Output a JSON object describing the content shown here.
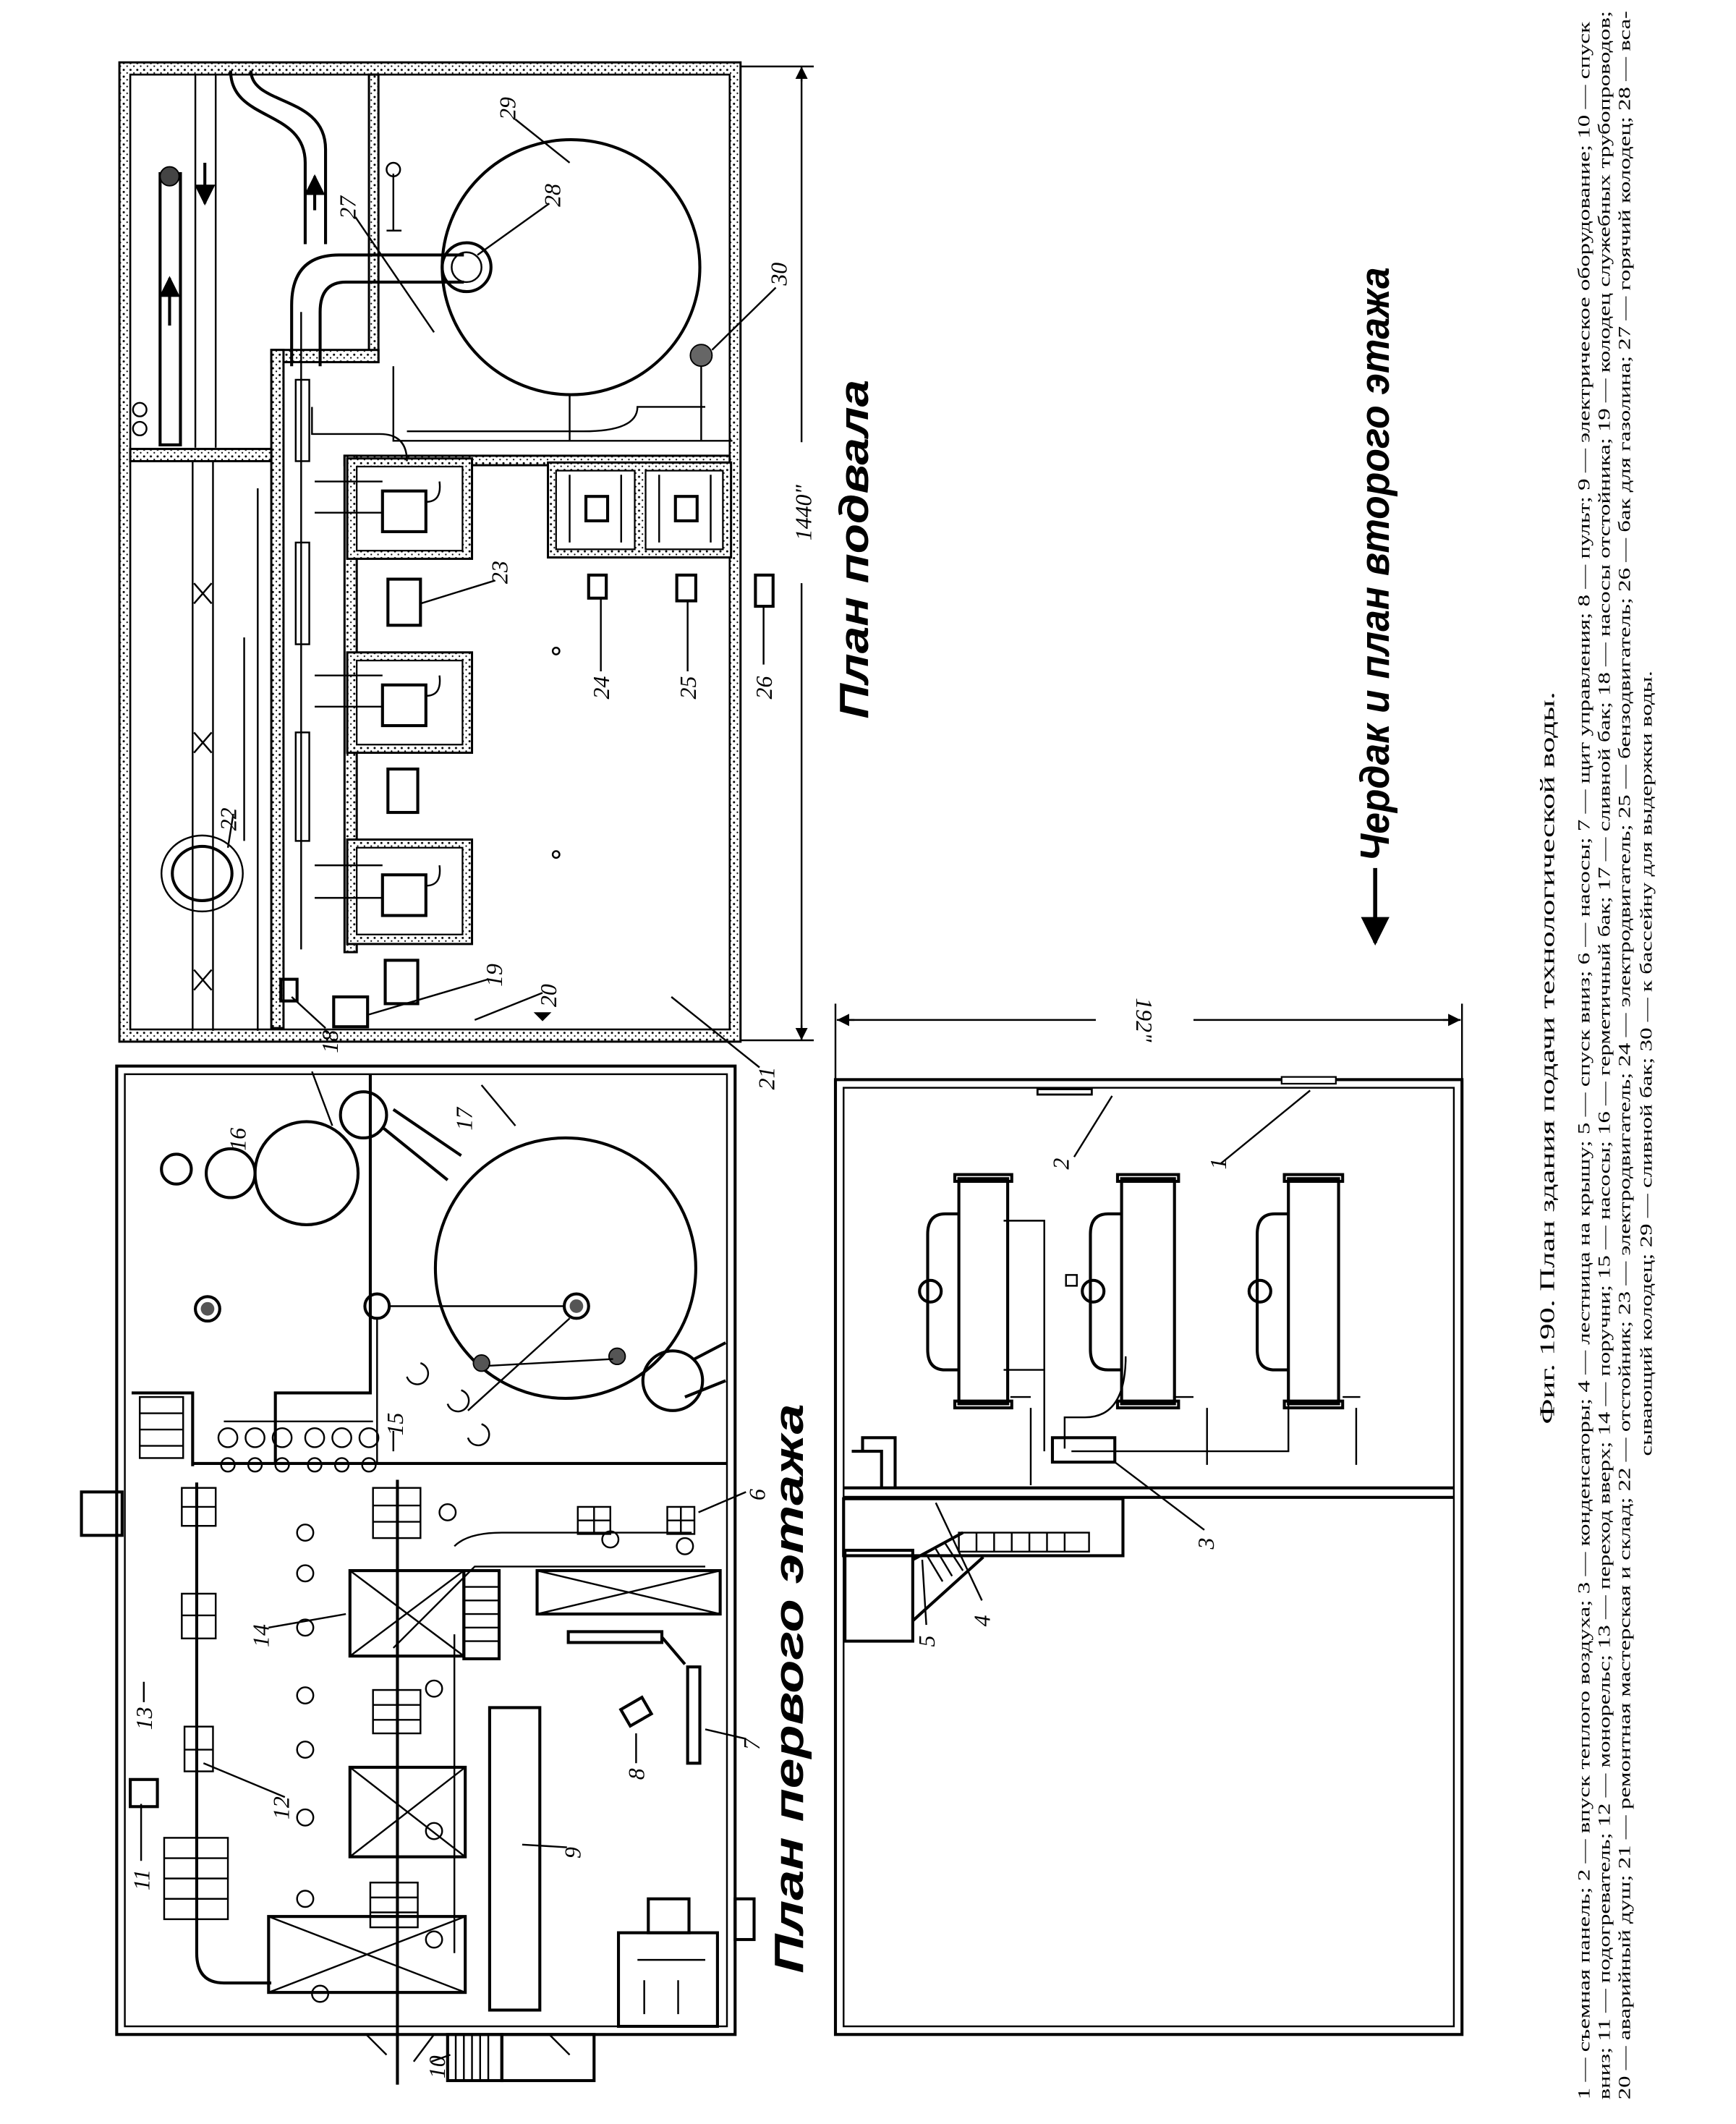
{
  "figure": {
    "title": "Фиг. 190. План здания подачи технологической воды.",
    "legend_lines": [
      "1 — съемная панель; 2 — впуск теплого воздуха; 3 — конденсаторы; 4 — лестница на крышу; 5 — спуск вниз; 6 — насосы; 7 — щит управления; 8 — пульт; 9 — электрическое оборудование; 10 — спуск",
      "вниз; 11 — подогреватель; 12 — монорельс; 13 — переход вверх; 14 — поручни; 15 — насосы; 16 — герметичный бак; 17 — сливной бак; 18 — насосы отстойника; 19 — колодец служебных трубопроводов;",
      "20 — аварийный душ; 21 — ремонтная мастерская и склад; 22 — отстойник; 23 — электродвигатель; 24 — электродвигатель; 25 — бензодвигатель; 26 — бак для газолина; 27 — горячий колодец; 28 — вса-",
      "сывающий колодец; 29 — сливной бак; 30 — к бассейну для выдержки воды."
    ]
  },
  "plans": {
    "first_floor": "План первого этажа",
    "basement": "План подвала",
    "second_floor": "Чердак и план второго этажа"
  },
  "dimensions": {
    "basement_length": "1440\"",
    "second_floor_width": "192\""
  },
  "callouts": [
    "1",
    "2",
    "3",
    "4",
    "5",
    "6",
    "7",
    "8",
    "9",
    "10",
    "11",
    "12",
    "13",
    "14",
    "15",
    "16",
    "17",
    "18",
    "19",
    "20",
    "21",
    "22",
    "23",
    "24",
    "25",
    "26",
    "27",
    "28",
    "29",
    "30"
  ]
}
